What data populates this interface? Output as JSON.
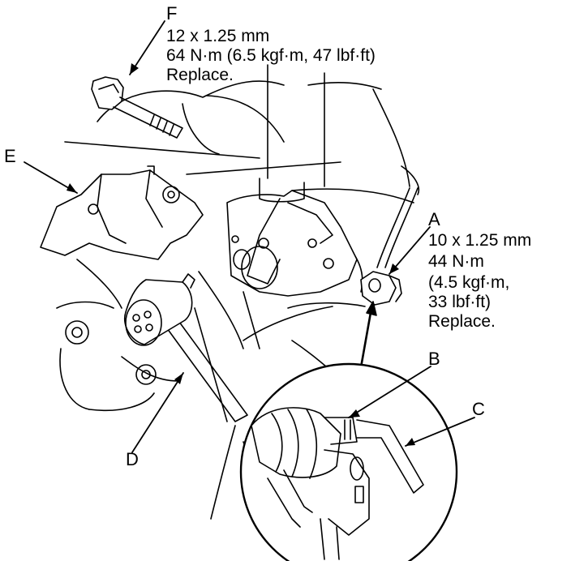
{
  "colors": {
    "ink": "#000000",
    "paper": "#ffffff"
  },
  "callouts": {
    "f": {
      "letter": "F",
      "size": "12 x 1.25 mm",
      "torque": "64 N·m (6.5 kgf·m, 47 lbf·ft)",
      "note": "Replace."
    },
    "e": {
      "letter": "E"
    },
    "a": {
      "letter": "A",
      "size": "10 x 1.25 mm",
      "torque1": "44 N·m",
      "torque2": "(4.5 kgf·m,",
      "torque3": "33 lbf·ft)",
      "note": "Replace."
    },
    "b": {
      "letter": "B"
    },
    "c": {
      "letter": "C"
    },
    "d": {
      "letter": "D"
    }
  }
}
